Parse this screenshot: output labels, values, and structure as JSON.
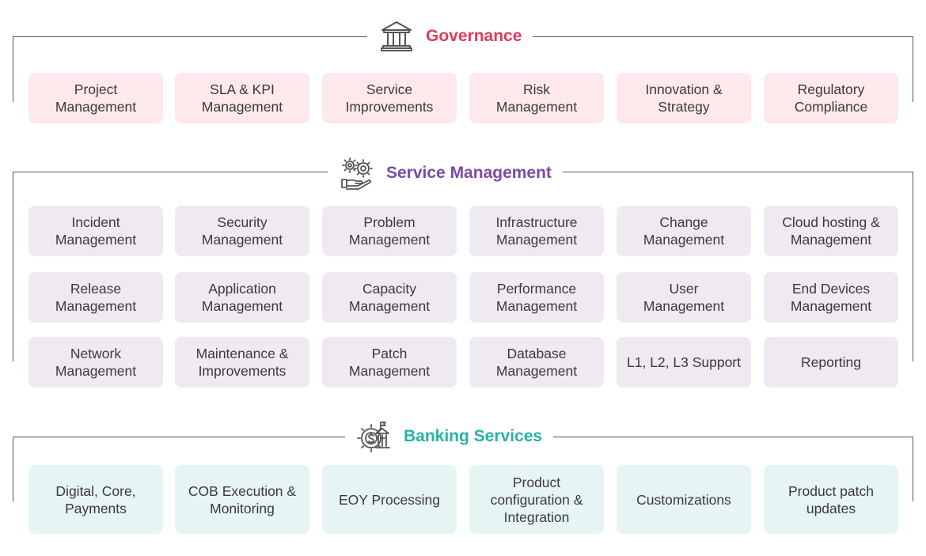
{
  "colors": {
    "governance": "#e03a5e",
    "service_management": "#7b4aa6",
    "banking_services": "#28b2a6",
    "line": "#555555",
    "icon": "#555555"
  },
  "governance": {
    "title": "Governance",
    "icon": "bank-building-icon",
    "items": [
      "Project\nManagement",
      "SLA & KPI\nManagement",
      "Service\nImprovements",
      "Risk\nManagement",
      "Innovation &\nStrategy",
      "Regulatory\nCompliance"
    ]
  },
  "service_management": {
    "title": "Service Management",
    "icon": "gears-hand-icon",
    "items": [
      "Incident\nManagement",
      "Security\nManagement",
      "Problem\nManagement",
      "Infrastructure\nManagement",
      "Change\nManagement",
      "Cloud hosting &\nManagement",
      "Release\nManagement",
      "Application\nManagement",
      "Capacity\nManagement",
      "Performance\nManagement",
      "User\nManagement",
      "End Devices\nManagement",
      "Network\nManagement",
      "Maintenance &\nImprovements",
      "Patch\nManagement",
      "Database\nManagement",
      "L1, L2, L3 Support",
      "Reporting"
    ]
  },
  "banking_services": {
    "title": "Banking Services",
    "icon": "gear-bank-dollar-icon",
    "items": [
      "Digital, Core,\nPayments",
      "COB Execution &\nMonitoring",
      "EOY Processing",
      "Product\nconfiguration &\nIntegration",
      "Customizations",
      "Product patch\nupdates"
    ]
  }
}
